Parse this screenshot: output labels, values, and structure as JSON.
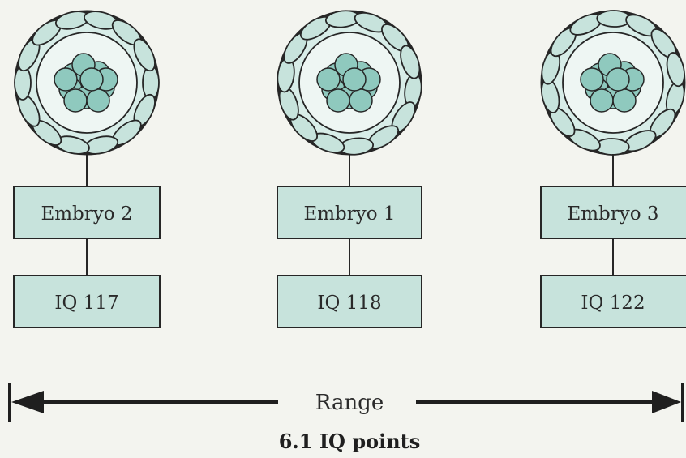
{
  "embryos": [
    {
      "name": "Embryo 2",
      "iq": "IQ 117"
    },
    {
      "name": "Embryo 1",
      "iq": "IQ 118"
    },
    {
      "name": "Embryo 3",
      "iq": "IQ 122"
    }
  ],
  "range": {
    "label": "Range",
    "value": "6.1 IQ points"
  },
  "colors": {
    "background": "#f3f4ef",
    "fill": "#c7e3dc",
    "fill_light": "#d8ede8",
    "inner_mass": "#8fc9be",
    "stroke": "#262626"
  }
}
